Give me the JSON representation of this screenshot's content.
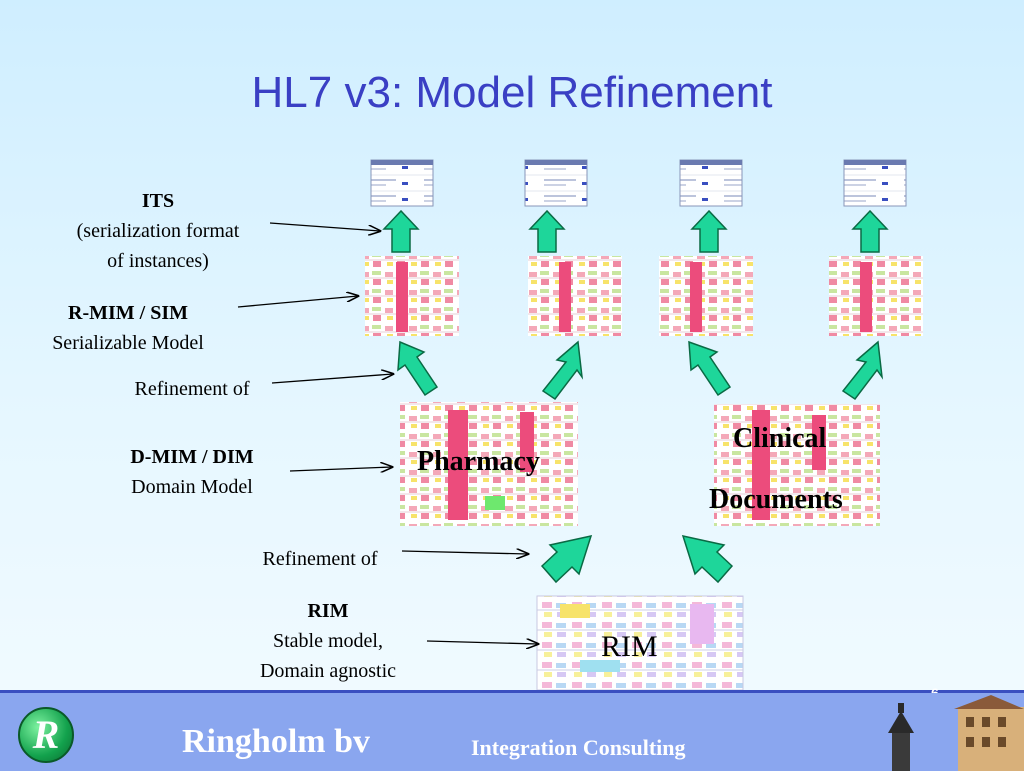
{
  "title": "HL7 v3: Model Refinement",
  "labels": {
    "its_title": "ITS",
    "its_line1": "(serialization format",
    "its_line2": "of instances)",
    "rmim_title": "R-MIM / SIM",
    "rmim_line1": "Serializable Model",
    "refinement_upper": "Refinement of",
    "dmim_title": "D-MIM / DIM",
    "dmim_line1": "Domain  Model",
    "refinement_lower": "Refinement of",
    "rim_title": "RIM",
    "rim_line1": "Stable model,",
    "rim_line2": "Domain agnostic"
  },
  "diagrams": {
    "pharmacy": "Pharmacy",
    "clinical_line1": "Clinical",
    "clinical_line2": "Documents",
    "rim": "RIM"
  },
  "footer": {
    "company": "Ringholm bv",
    "tagline": "Integration Consulting",
    "logo_letter": "R",
    "page_number": "6"
  },
  "colors": {
    "title": "#3a3fc4",
    "arrow_fill": "#1ed69a",
    "footer_bg": "#8aa6ef"
  }
}
